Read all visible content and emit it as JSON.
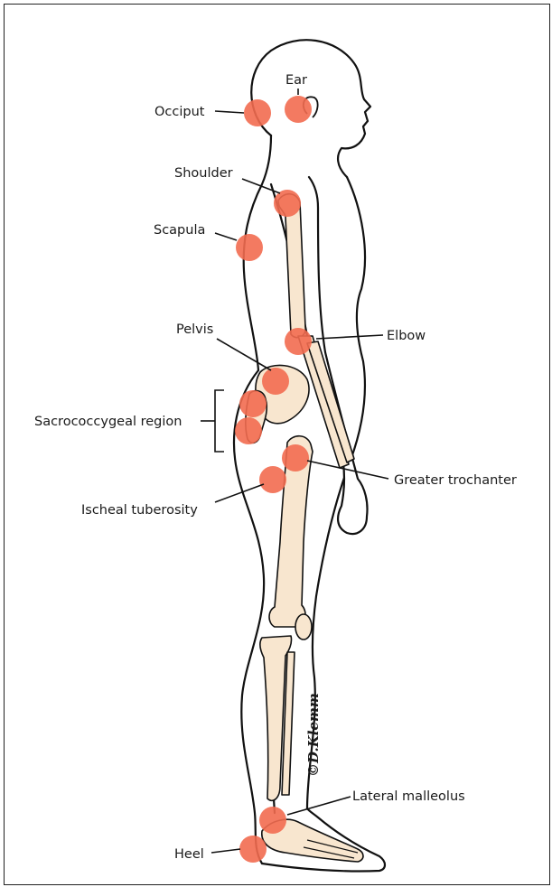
{
  "labels": {
    "ear": "Ear",
    "occiput": "Occiput",
    "shoulder": "Shoulder",
    "scapula": "Scapula",
    "pelvis": "Pelvis",
    "elbow": "Elbow",
    "sacrococcygeal": "Sacrococcygeal region",
    "greater_trochanter": "Greater trochanter",
    "ischeal_tuberosity": "Ischeal tuberosity",
    "lateral_malleolus": "Lateral malleolus",
    "heel": "Heel"
  },
  "signature": "©D.Klemm",
  "colors": {
    "pressure_point": "#f26b50",
    "bone": "#f8e6cf",
    "outline": "#111111"
  }
}
